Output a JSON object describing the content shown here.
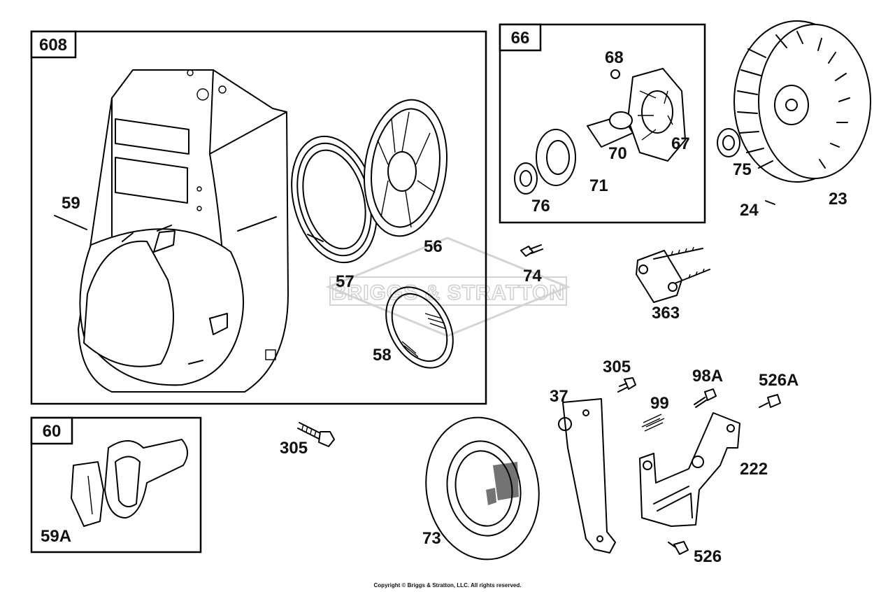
{
  "watermark": {
    "brand": "BRIGGS & STRATTON"
  },
  "groups": [
    {
      "id": "608",
      "label": "608"
    },
    {
      "id": "66",
      "label": "66"
    },
    {
      "id": "60",
      "label": "60"
    }
  ],
  "parts": {
    "p59": "59",
    "p57": "57",
    "p56": "56",
    "p58": "58",
    "p68": "68",
    "p70": "70",
    "p67": "67",
    "p71": "71",
    "p76": "76",
    "p75": "75",
    "p23": "23",
    "p24": "24",
    "p74": "74",
    "p363": "363",
    "p59A": "59A",
    "p305a": "305",
    "p73": "73",
    "p37": "37",
    "p305b": "305",
    "p99": "99",
    "p98A": "98A",
    "p526A": "526A",
    "p222": "222",
    "p526": "526"
  },
  "footer": {
    "copyright": "Copyright © Briggs & Stratton, LLC. All rights reserved."
  }
}
